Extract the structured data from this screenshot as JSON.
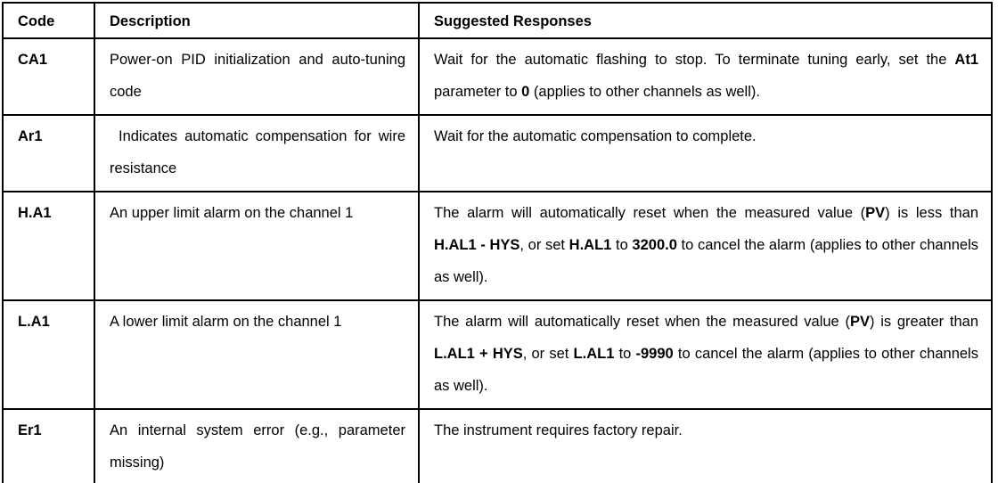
{
  "page": {
    "background_color": "#ffffff",
    "border_color": "#000000",
    "text_color": "#000000"
  },
  "table": {
    "columns": [
      {
        "label": "Code"
      },
      {
        "label": "Description"
      },
      {
        "label": "Suggested Responses"
      }
    ],
    "rows": [
      {
        "code": "CA1",
        "description": {
          "segments": [
            {
              "t": "Power-on PID initialization and auto-tuning code"
            }
          ]
        },
        "response": {
          "segments": [
            {
              "t": "Wait for the automatic flashing to stop. To terminate tuning early, set the "
            },
            {
              "t": "At1",
              "b": true
            },
            {
              "t": " parameter to "
            },
            {
              "t": "0",
              "b": true
            },
            {
              "t": " (applies to other channels as well)."
            }
          ]
        }
      },
      {
        "code": "Ar1",
        "description": {
          "indent": true,
          "segments": [
            {
              "t": "Indicates automatic compensation for wire resistance"
            }
          ]
        },
        "response": {
          "segments": [
            {
              "t": "Wait for the automatic compensation to complete."
            }
          ]
        }
      },
      {
        "code": "H.A1",
        "description": {
          "segments": [
            {
              "t": "An upper limit alarm on the channel 1"
            }
          ]
        },
        "response": {
          "segments": [
            {
              "t": "The alarm will automatically reset when the measured value ("
            },
            {
              "t": "PV",
              "b": true
            },
            {
              "t": ") is less than "
            },
            {
              "t": "H.AL1 - HYS",
              "b": true
            },
            {
              "t": ", or set "
            },
            {
              "t": "H.AL1",
              "b": true
            },
            {
              "t": " to "
            },
            {
              "t": "3200.0",
              "b": true
            },
            {
              "t": " to cancel the alarm (applies to other channels as well)."
            }
          ]
        }
      },
      {
        "code": "L.A1",
        "description": {
          "segments": [
            {
              "t": "A lower limit alarm on the channel 1"
            }
          ]
        },
        "response": {
          "segments": [
            {
              "t": "The alarm will automatically reset when the measured value ("
            },
            {
              "t": "PV",
              "b": true
            },
            {
              "t": ") is greater than "
            },
            {
              "t": "L.AL1 + HYS",
              "b": true
            },
            {
              "t": ", or set "
            },
            {
              "t": "L.AL1",
              "b": true
            },
            {
              "t": " to "
            },
            {
              "t": "-9990",
              "b": true
            },
            {
              "t": " to cancel the alarm (applies to other channels as well)."
            }
          ]
        }
      },
      {
        "code": "Er1",
        "description": {
          "segments": [
            {
              "t": "An internal system error (e.g., parameter missing)"
            }
          ]
        },
        "response": {
          "segments": [
            {
              "t": "The instrument requires factory repair."
            }
          ]
        }
      }
    ]
  }
}
